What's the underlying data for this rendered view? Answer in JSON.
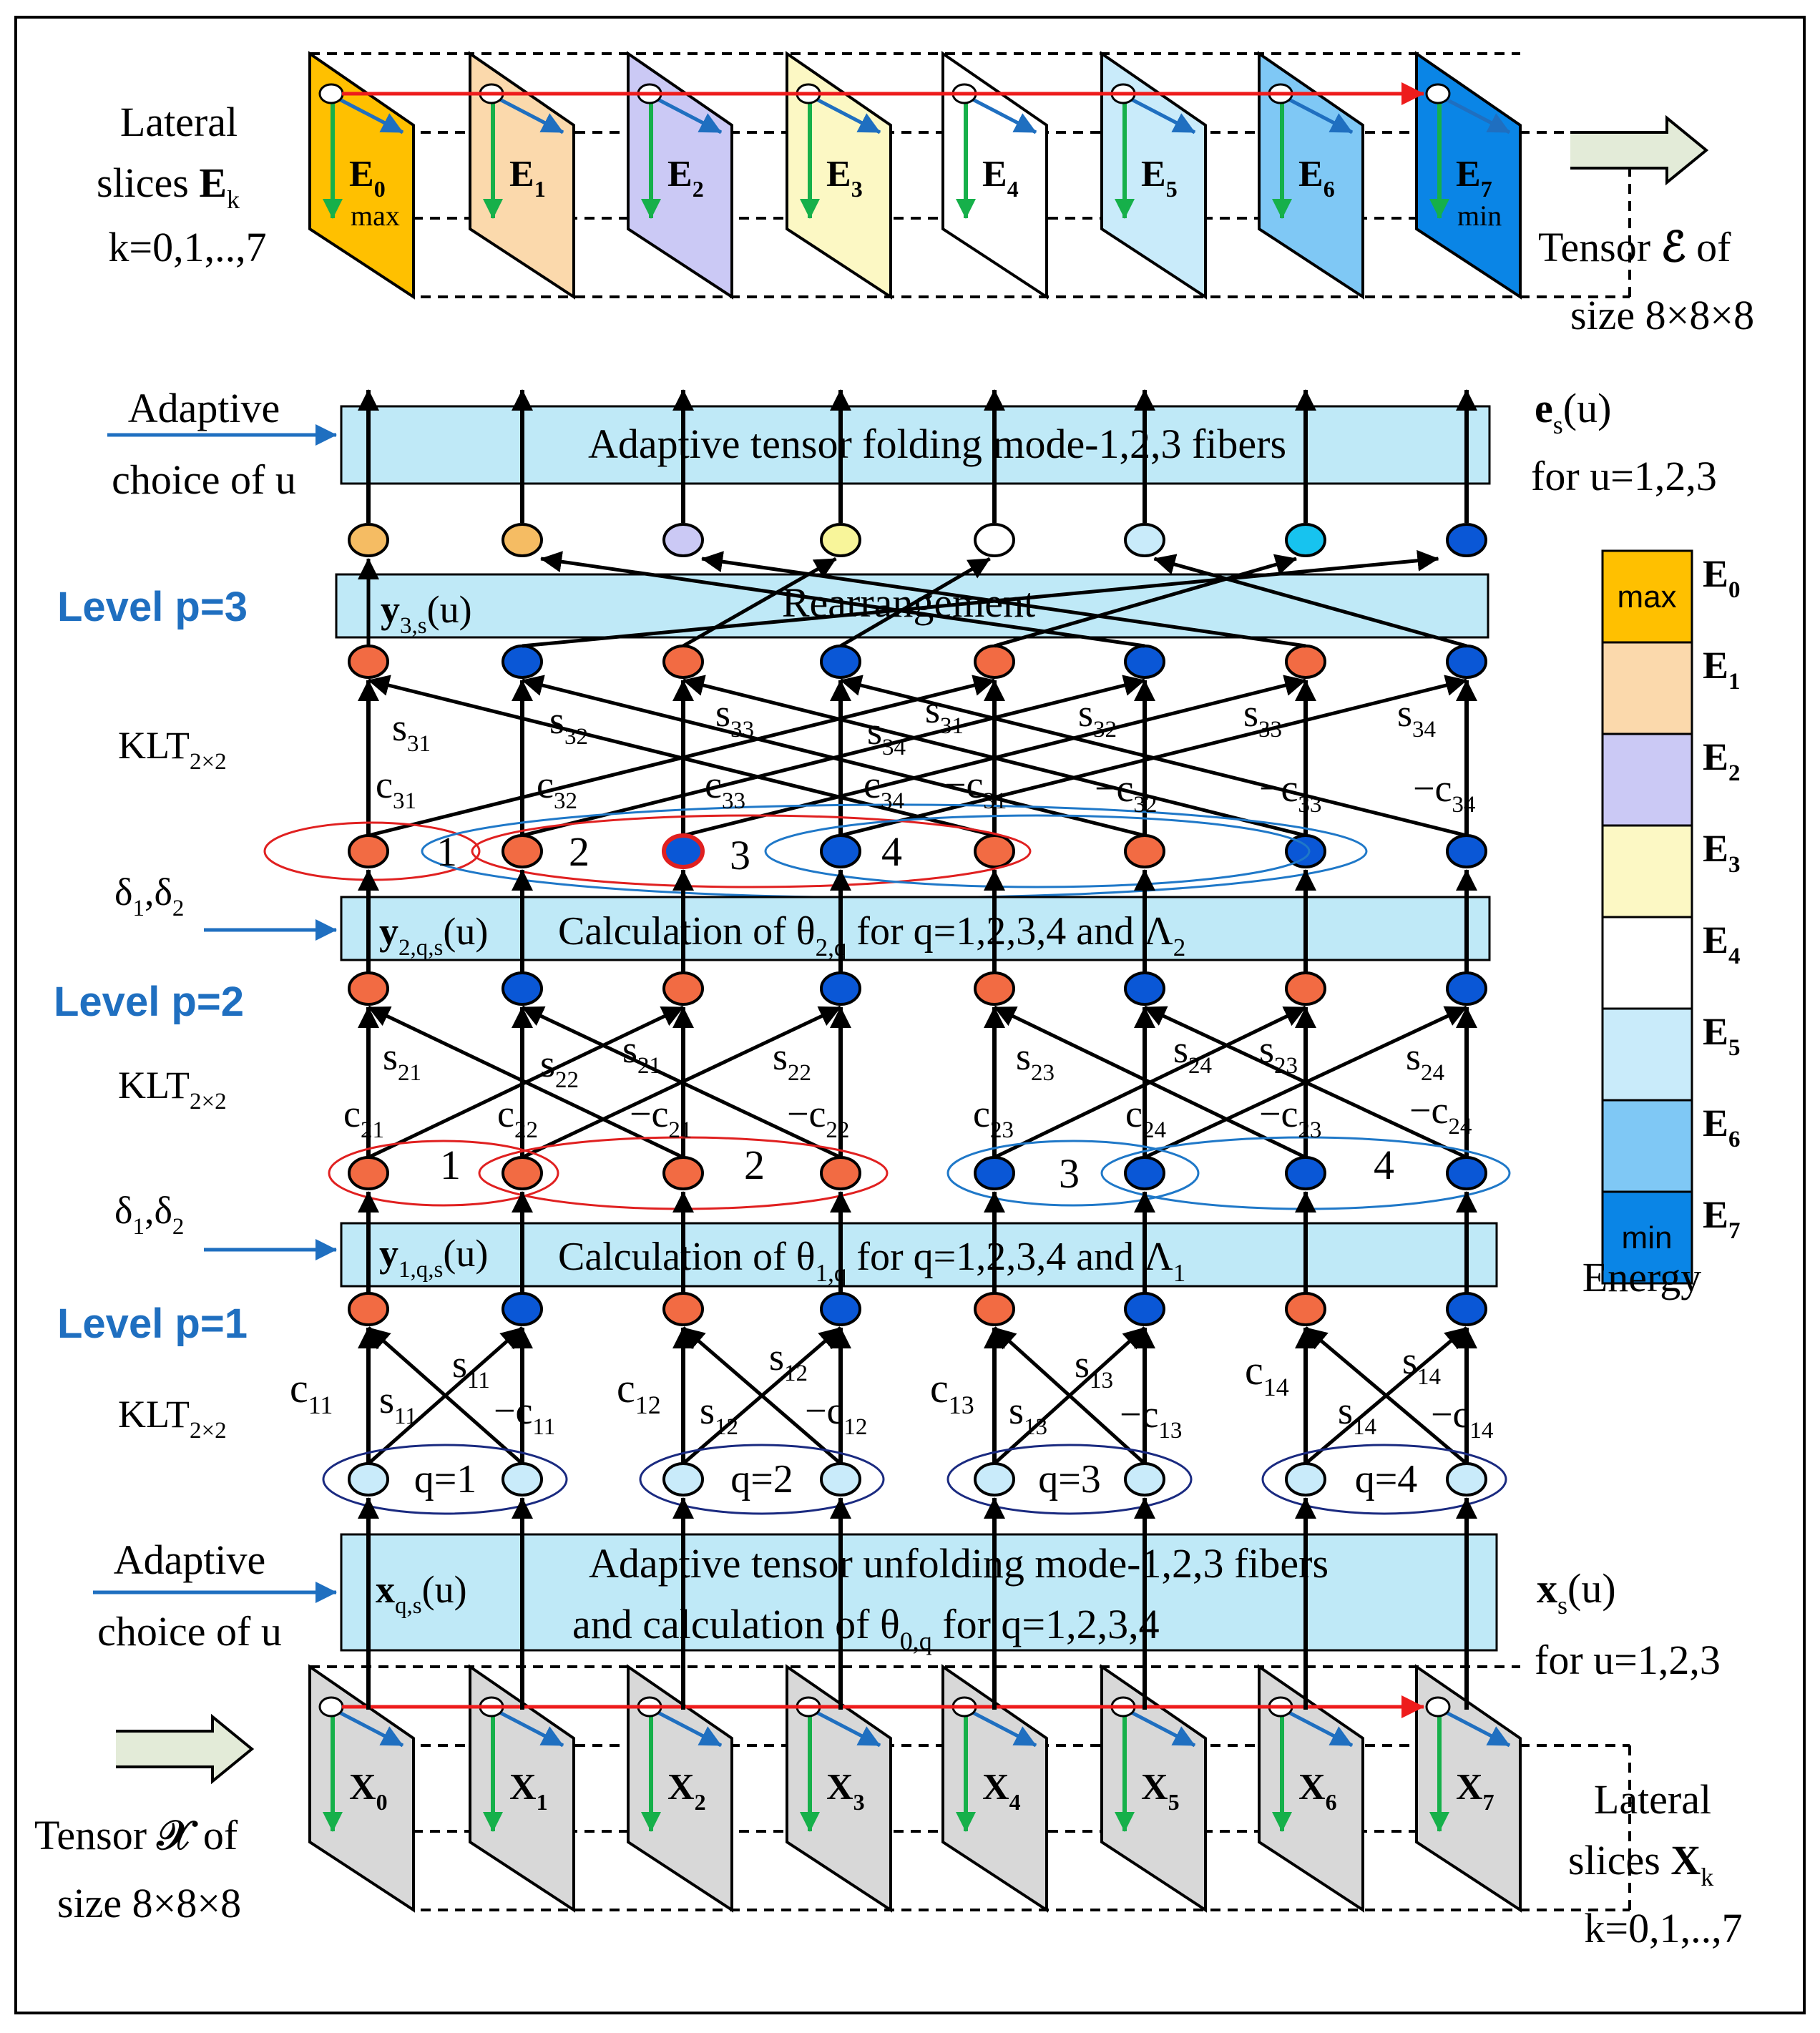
{
  "top": {
    "lateral_label": [
      "Lateral",
      "slices ",
      "E",
      "k",
      "k=0,1,..,7"
    ],
    "slices": [
      {
        "sym": "E",
        "sub": "0",
        "note": "max",
        "color": "#ffc000"
      },
      {
        "sym": "E",
        "sub": "1",
        "note": "",
        "color": "#fbd9ac"
      },
      {
        "sym": "E",
        "sub": "2",
        "note": "",
        "color": "#cbc9f5"
      },
      {
        "sym": "E",
        "sub": "3",
        "note": "",
        "color": "#fcf8c4"
      },
      {
        "sym": "E",
        "sub": "4",
        "note": "",
        "color": "#ffffff"
      },
      {
        "sym": "E",
        "sub": "5",
        "note": "",
        "color": "#c9ebfa"
      },
      {
        "sym": "E",
        "sub": "6",
        "note": "",
        "color": "#7fc8f5"
      },
      {
        "sym": "E",
        "sub": "7",
        "note": "min",
        "color": "#0a85e6"
      }
    ],
    "tensor_label": [
      "Tensor ",
      "ℰ",
      " of",
      "size 8×8×8"
    ],
    "folding_left": [
      "Adaptive",
      "choice of u"
    ],
    "folding_box": "Adaptive tensor folding mode-1,2,3 fibers",
    "folding_right": [
      "e",
      "s",
      "(u)",
      "for u=1,2,3"
    ]
  },
  "level3": {
    "title": "Level p=3",
    "rearr_box": "Rearrangement",
    "rearr_var": [
      "y",
      "3,s",
      "(u)"
    ],
    "klt": [
      "KLT",
      "2×2"
    ],
    "top_nodes": [
      "#f5bc63",
      "#f5bc63",
      "#cbc9f5",
      "#f8f59a",
      "#ffffff",
      "#c9ebfa",
      "#17c3ef",
      "#0a57d6"
    ],
    "s_labels": [
      [
        "s",
        "31"
      ],
      [
        "s",
        "32"
      ],
      [
        "s",
        "33"
      ],
      [
        "s",
        "34"
      ],
      [
        "s",
        "31"
      ],
      [
        "s",
        "32"
      ],
      [
        "s",
        "33"
      ],
      [
        "s",
        "34"
      ]
    ],
    "c_labels": [
      [
        "c",
        "31"
      ],
      [
        "c",
        "32"
      ],
      [
        "c",
        "33"
      ],
      [
        "c",
        "34"
      ],
      [
        "−c",
        "31"
      ],
      [
        "−c",
        "32"
      ],
      [
        "−c",
        "33"
      ],
      [
        "−c",
        "34"
      ]
    ],
    "pair_nums": [
      "1",
      "2",
      "3",
      "4"
    ]
  },
  "level2": {
    "title": "Level p=2",
    "delta": [
      "δ",
      "1",
      ",δ",
      "2"
    ],
    "calc_box": [
      "Calculation of θ",
      "2,q",
      " for q=1,2,3,4 and Λ",
      "2"
    ],
    "calc_var": [
      "y",
      "2,q,s",
      "(u)"
    ],
    "klt": [
      "KLT",
      "2×2"
    ],
    "s_labels": [
      [
        "s",
        "21"
      ],
      [
        "s",
        "22"
      ],
      [
        "s",
        "21"
      ],
      [
        "s",
        "22"
      ],
      [
        "s",
        "23"
      ],
      [
        "s",
        "24"
      ],
      [
        "s",
        "23"
      ],
      [
        "s",
        "24"
      ]
    ],
    "c_labels": [
      [
        "c",
        "21"
      ],
      [
        "c",
        "22"
      ],
      [
        "−c",
        "21"
      ],
      [
        "−c",
        "22"
      ],
      [
        "c",
        "23"
      ],
      [
        "c",
        "24"
      ],
      [
        "−c",
        "23"
      ],
      [
        "−c",
        "24"
      ]
    ],
    "pair_nums": [
      "1",
      "2",
      "3",
      "4"
    ]
  },
  "level1": {
    "title": "Level p=1",
    "delta": [
      "δ",
      "1",
      ",δ",
      "2"
    ],
    "calc_box": [
      "Calculation of θ",
      "1,q",
      " for q=1,2,3,4 and Λ",
      "1"
    ],
    "calc_var": [
      "y",
      "1,q,s",
      "(u)"
    ],
    "klt": [
      "KLT",
      "2×2"
    ],
    "c_labels": [
      [
        "c",
        "11"
      ],
      [
        "c",
        "12"
      ],
      [
        "c",
        "13"
      ],
      [
        "c",
        "14"
      ]
    ],
    "s_left": [
      [
        "s",
        "11"
      ],
      [
        "s",
        "12"
      ],
      [
        "s",
        "13"
      ],
      [
        "s",
        "14"
      ]
    ],
    "s_right": [
      [
        "s",
        "11"
      ],
      [
        "s",
        "12"
      ],
      [
        "s",
        "13"
      ],
      [
        "s",
        "14"
      ]
    ],
    "mc_labels": [
      [
        "−c",
        "11"
      ],
      [
        "−c",
        "12"
      ],
      [
        "−c",
        "13"
      ],
      [
        "−c",
        "14"
      ]
    ],
    "q_labels": [
      "q=1",
      "q=2",
      "q=3",
      "q=4"
    ]
  },
  "bottom": {
    "unfold_left": [
      "Adaptive",
      "choice of u"
    ],
    "unfold_box": [
      "Adaptive tensor unfolding mode-1,2,3 fibers",
      "and calculation of θ",
      "0,q",
      " for q=1,2,3,4"
    ],
    "unfold_var": [
      "x",
      "q,s",
      "(u)"
    ],
    "unfold_right": [
      "x",
      "s",
      "(u)",
      "for u=1,2,3"
    ],
    "tensor_label": [
      "Tensor ",
      "𝒳",
      " of",
      "size 8×8×8"
    ],
    "slices": [
      {
        "sym": "X",
        "sub": "0"
      },
      {
        "sym": "X",
        "sub": "1"
      },
      {
        "sym": "X",
        "sub": "2"
      },
      {
        "sym": "X",
        "sub": "3"
      },
      {
        "sym": "X",
        "sub": "4"
      },
      {
        "sym": "X",
        "sub": "5"
      },
      {
        "sym": "X",
        "sub": "6"
      },
      {
        "sym": "X",
        "sub": "7"
      }
    ],
    "lateral_label": [
      "Lateral",
      "slices ",
      "X",
      "k",
      "k=0,1,..,7"
    ]
  },
  "legend": {
    "items": [
      {
        "sym": "E",
        "sub": "0",
        "tag": "max",
        "color": "#ffc000"
      },
      {
        "sym": "E",
        "sub": "1",
        "tag": "",
        "color": "#fbd9ac"
      },
      {
        "sym": "E",
        "sub": "2",
        "tag": "",
        "color": "#cbc9f5"
      },
      {
        "sym": "E",
        "sub": "3",
        "tag": "",
        "color": "#fcf8c4"
      },
      {
        "sym": "E",
        "sub": "4",
        "tag": "",
        "color": "#ffffff"
      },
      {
        "sym": "E",
        "sub": "5",
        "tag": "",
        "color": "#c9ebfa"
      },
      {
        "sym": "E",
        "sub": "6",
        "tag": "",
        "color": "#7fc8f5"
      },
      {
        "sym": "E",
        "sub": "7",
        "tag": "min",
        "color": "#0a85e6"
      }
    ],
    "caption": "Energy"
  },
  "colors": {
    "red_node": "#f26b43",
    "blue_node": "#0a57d6",
    "light_node": "#c9ebfa",
    "box_fill": "#bfe9f7",
    "red_ellipse": "#e02020",
    "blue_ellipse": "#1f78c8",
    "navy_ellipse": "#1a2a80",
    "green_arrow": "#16b04a",
    "blue_arrow": "#1f6fc0",
    "red_arrow": "#ee1c1c",
    "grey_slice": "#d8d8d8"
  }
}
